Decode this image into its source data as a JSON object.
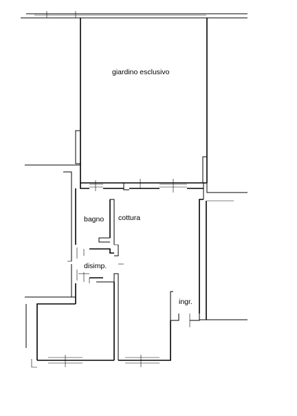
{
  "plan": {
    "rooms": [
      {
        "id": "garden",
        "label": "giardino esclusivo"
      },
      {
        "id": "bathroom",
        "label": "bagno"
      },
      {
        "id": "kitchen",
        "label": "cottura"
      },
      {
        "id": "hall",
        "label": "disimp."
      },
      {
        "id": "entrance",
        "label": "ingr."
      }
    ]
  }
}
